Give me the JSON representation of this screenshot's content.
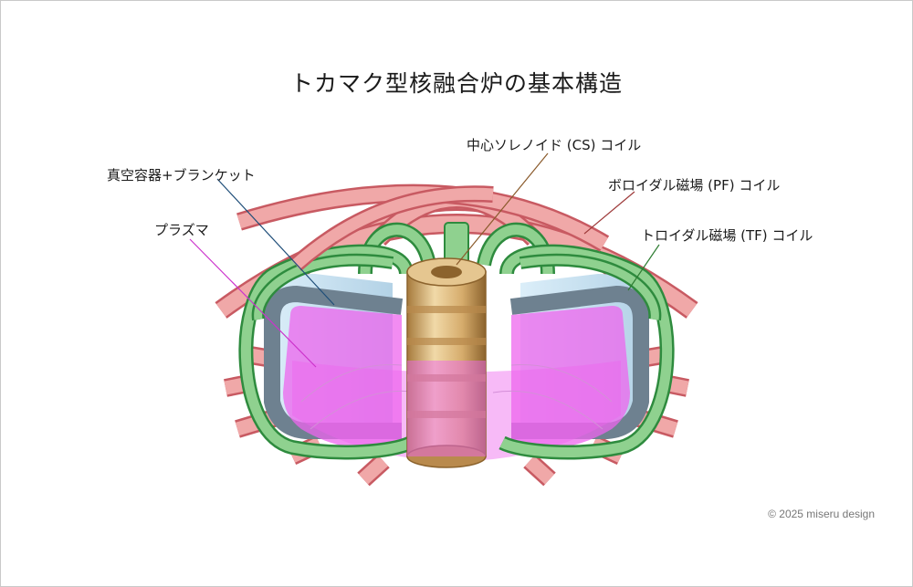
{
  "title": "トカマク型核融合炉の基本構造",
  "labels": {
    "cs": "中心ソレノイド (CS) コイル",
    "pf": "ボロイダル磁場 (PF) コイル",
    "tf": "トロイダル磁場 (TF) コイル",
    "vessel": "真空容器+ブランケット",
    "plasma": "プラズマ"
  },
  "copyright": "© 2025 miseru design",
  "colors": {
    "pf_coil": "#f0a8a8",
    "pf_edge": "#c85a62",
    "tf_coil": "#8fd18f",
    "tf_edge": "#2e8b3e",
    "vessel": "#6e8190",
    "vessel_inner": "#cfe3f0",
    "plasma": "#ee66ee",
    "cs": "#d8b27a",
    "leader_cs": "#8a5a2b",
    "leader_pf": "#9e3a3a",
    "leader_tf": "#2e7d32",
    "leader_vessel": "#1f4e79",
    "leader_plasma": "#cc33cc"
  }
}
